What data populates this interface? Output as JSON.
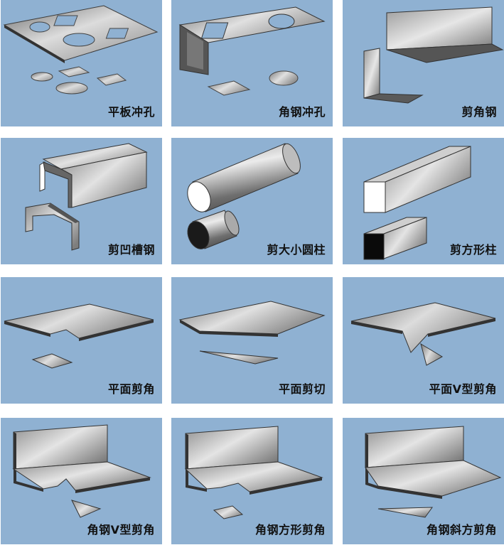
{
  "tiles": [
    {
      "id": "flat-plate-punching",
      "label": "平板冲孔"
    },
    {
      "id": "angle-steel-punching",
      "label": "角钢冲孔"
    },
    {
      "id": "cut-angle-steel",
      "label": "剪角钢"
    },
    {
      "id": "cut-channel-steel",
      "label": "剪凹槽钢"
    },
    {
      "id": "cut-round-bar",
      "label": "剪大小圆柱"
    },
    {
      "id": "cut-square-bar",
      "label": "剪方形柱"
    },
    {
      "id": "flat-corner-cut",
      "label": "平面剪角"
    },
    {
      "id": "flat-shear-cut",
      "label": "平面剪切"
    },
    {
      "id": "flat-v-notch",
      "label": "平面V型剪角"
    },
    {
      "id": "angle-v-notch",
      "label": "角钢V型剪角"
    },
    {
      "id": "angle-square-notch",
      "label": "角钢方形剪角"
    },
    {
      "id": "angle-oblique-notch",
      "label": "角钢斜方剪角"
    }
  ],
  "colors": {
    "tile_background": "#8fb1d2",
    "metal_light": "#d7d7d7",
    "metal_dark": "#4a4a4a",
    "caption": "#111111"
  }
}
